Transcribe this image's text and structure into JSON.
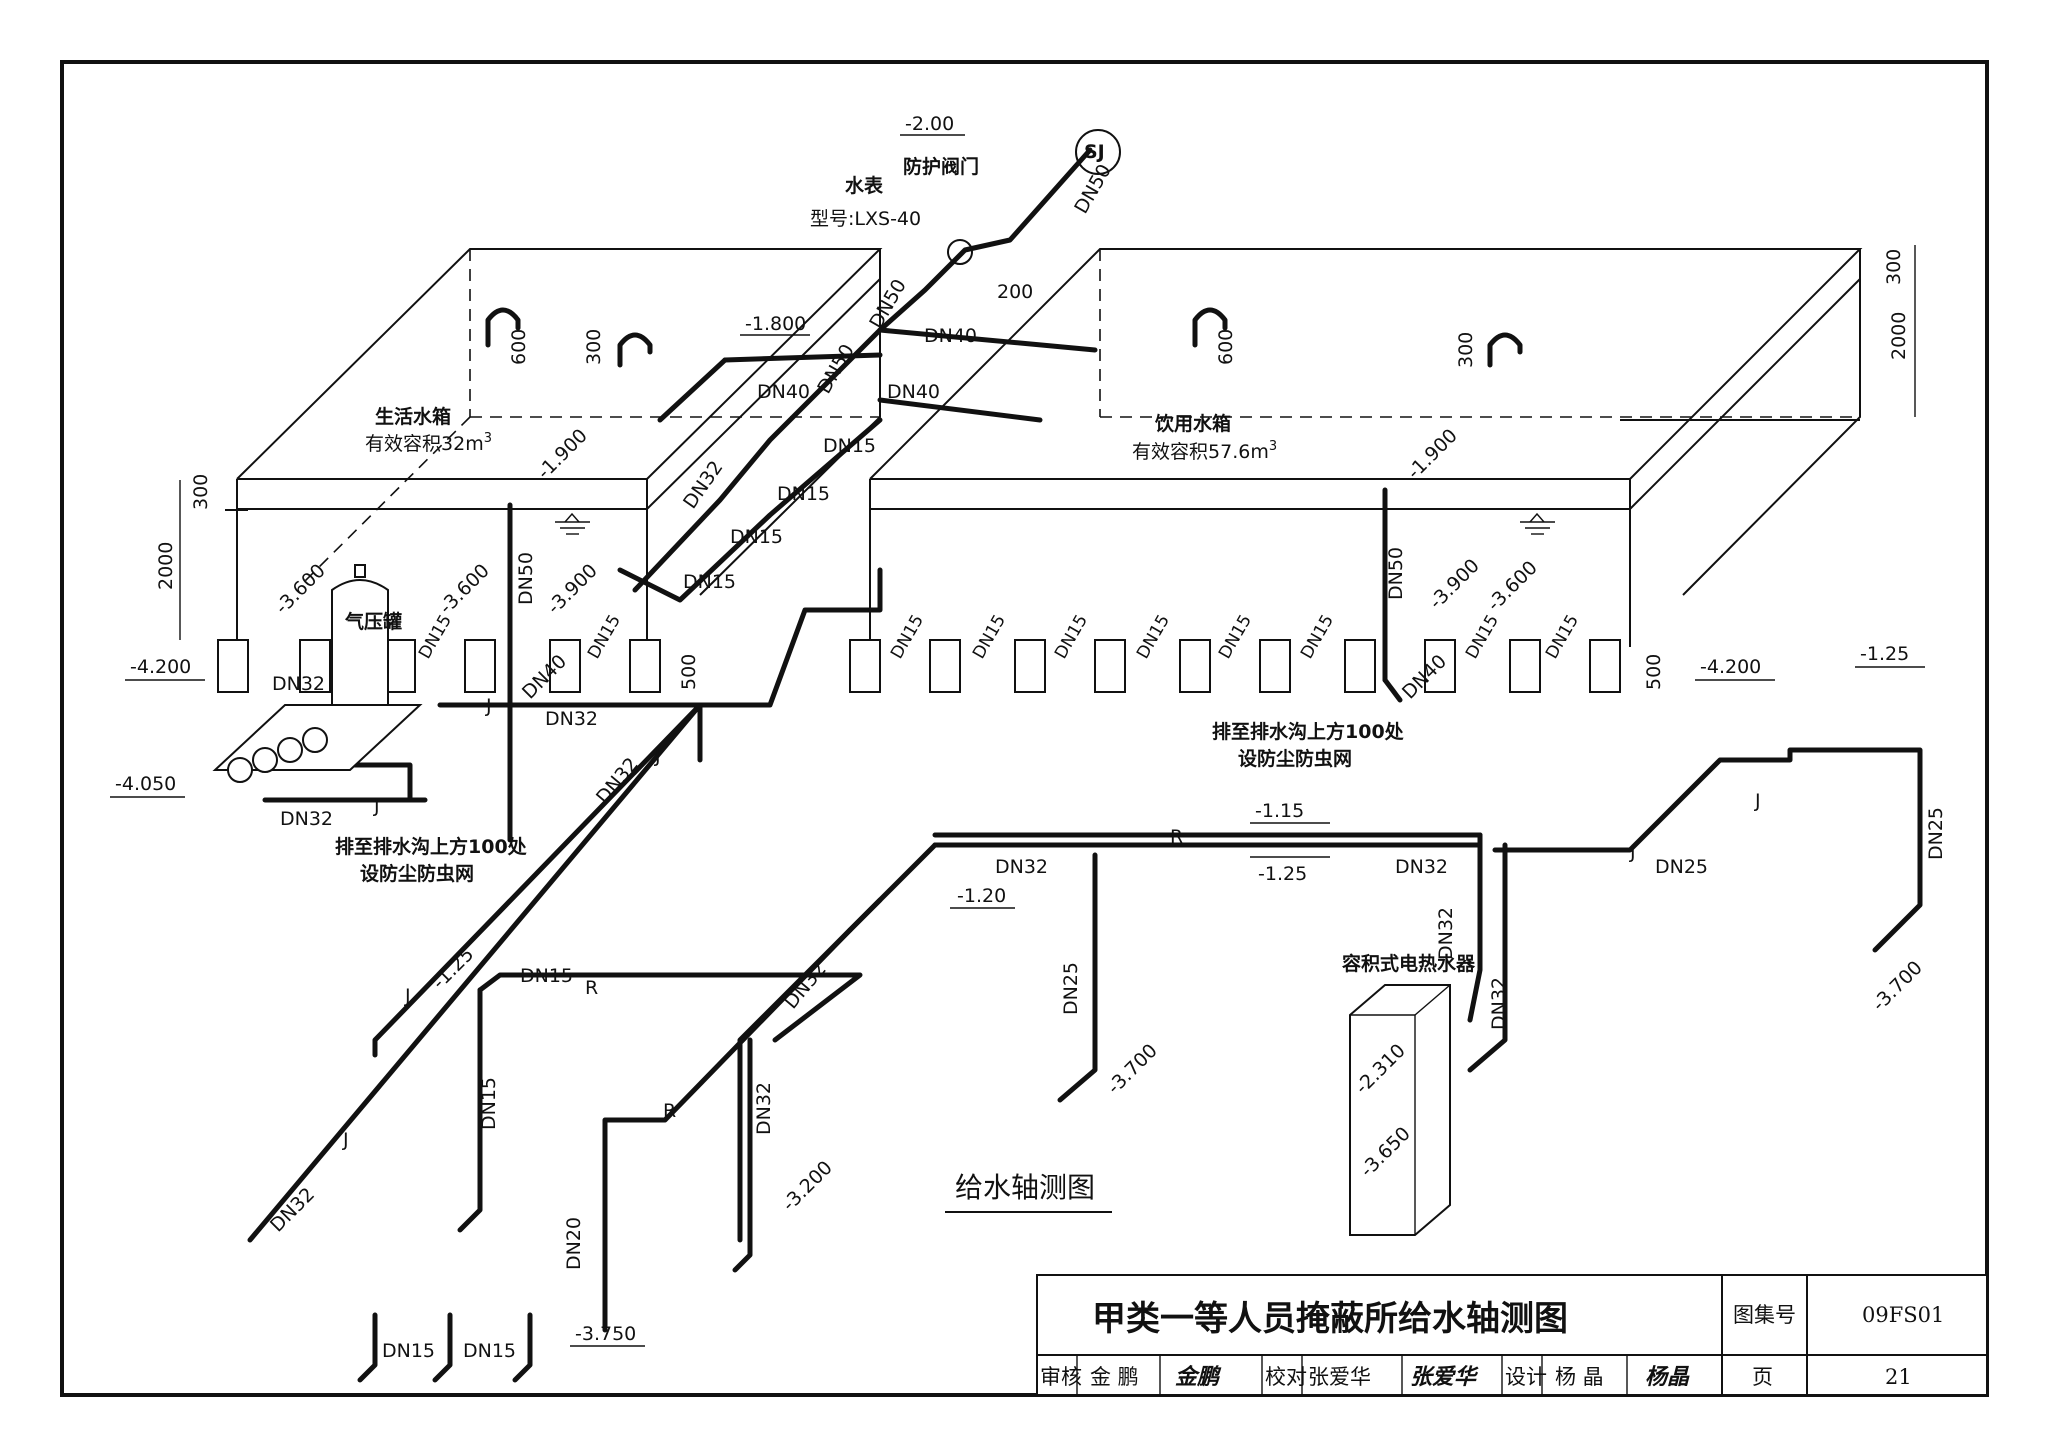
{
  "caption": "给水轴测图",
  "tanks": {
    "living": {
      "name": "生活水箱",
      "volume_prefix": "有效容积",
      "volume_value": "32m",
      "volume_sup": "3"
    },
    "drinking": {
      "name": "饮用水箱",
      "volume_prefix": "有效容积",
      "volume_value": "57.6m",
      "volume_sup": "3"
    }
  },
  "equipment": {
    "meter": "水表",
    "meter_model": "型号:LXS-40",
    "valve": "防护阀门",
    "sj": "SJ",
    "pressure_tank": "气压罐",
    "heater": "容积式电热水器",
    "drain_note_line1": "排至排水沟上方100处",
    "drain_note_line2": "设防尘防虫网"
  },
  "dims": {
    "d300": "300",
    "d2000": "2000",
    "d600": "600",
    "d500": "500",
    "d200": "200"
  },
  "elevations": {
    "e_200": "-2.00",
    "e_1800": "-1.800",
    "e_1900": "-1.900",
    "e_3600": "-3.600",
    "e_3900": "-3.900",
    "e_4200": "-4.200",
    "e_4050": "-4.050",
    "e_125": "-1.25",
    "e_115": "-1.15",
    "e_120": "-1.20",
    "e_3700": "-3.700",
    "e_3200": "-3.200",
    "e_3750": "-3.750",
    "e_2310": "-2.310",
    "e_3650": "-3.650"
  },
  "pipes": {
    "dn50": "DN50",
    "dn40": "DN40",
    "dn32": "DN32",
    "dn25": "DN25",
    "dn20": "DN20",
    "dn15": "DN15",
    "j": "J",
    "r": "R"
  },
  "title_block": {
    "title": "甲类一等人员掩蔽所给水轴测图",
    "atlas_label": "图集号",
    "atlas_no": "09FS01",
    "review_label": "审核",
    "review_name": "金 鹏",
    "review_sign": "金鹏",
    "check_label": "校对",
    "check_name": "张爱华",
    "check_sign": "张爱华",
    "design_label": "设计",
    "design_name": "杨 晶",
    "design_sign": "杨晶",
    "page_label": "页",
    "page_no": "21"
  }
}
